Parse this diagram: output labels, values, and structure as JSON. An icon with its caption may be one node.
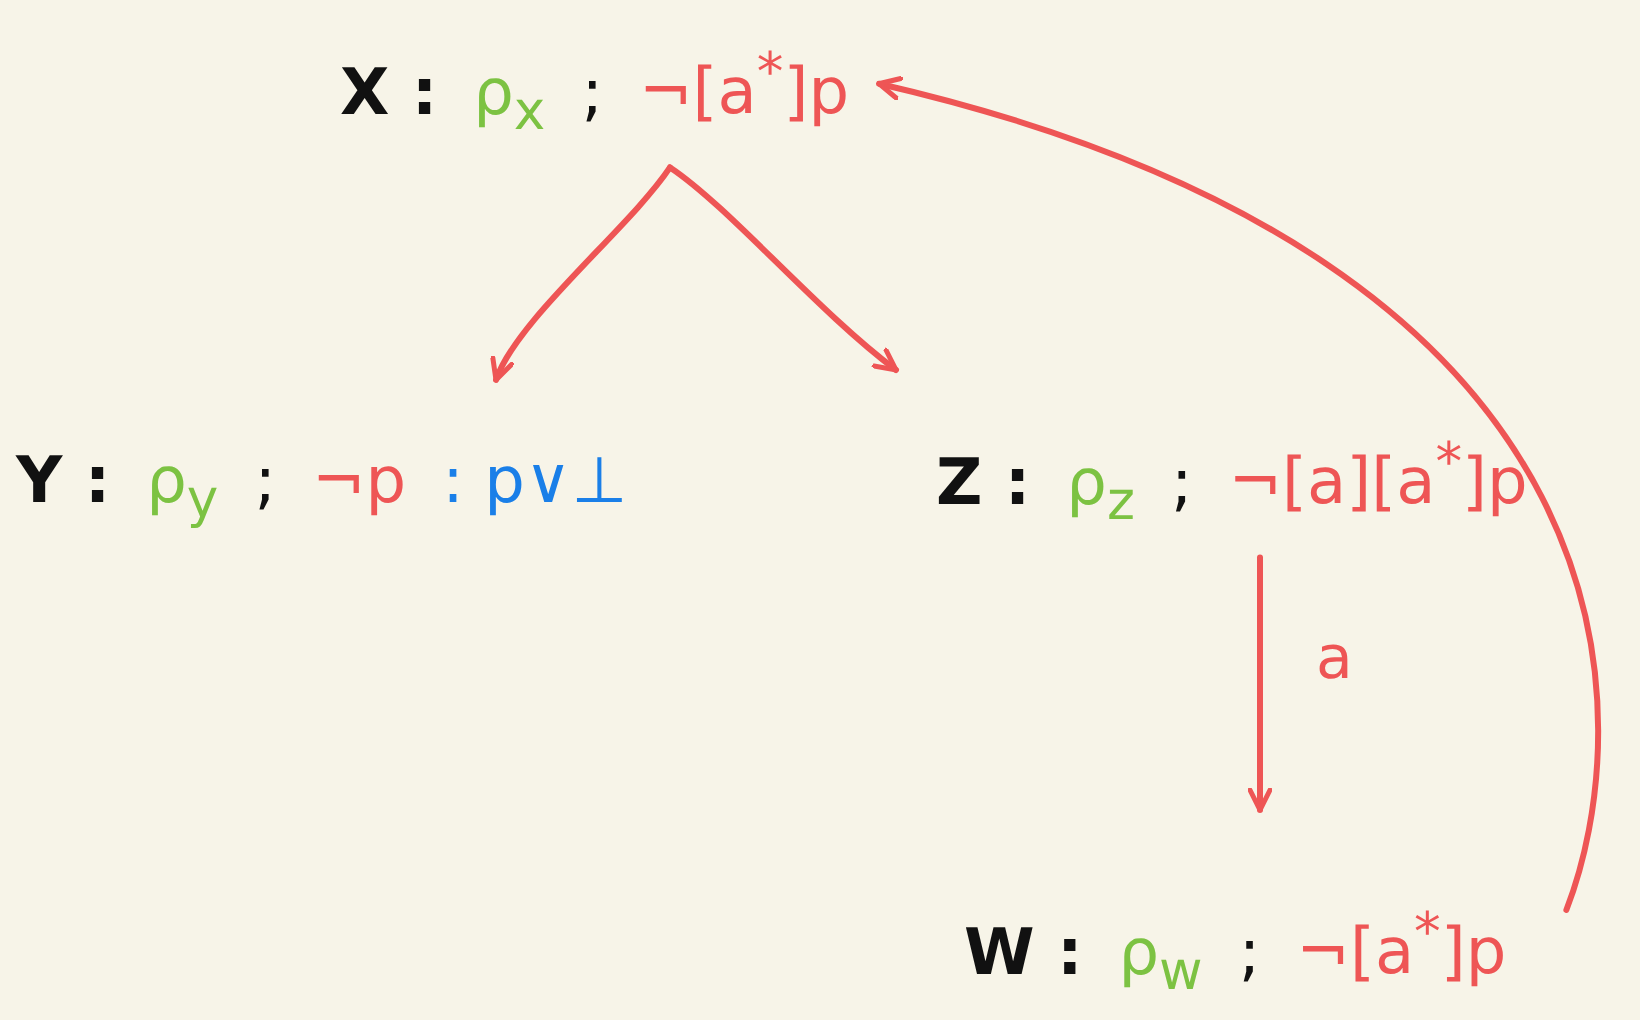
{
  "diagram": {
    "nodes": [
      {
        "text": [
          "X :",
          "ρ$_{x}$",
          ";",
          "¬[a$^{*}$]p"
        ]
      },
      {
        "text": [
          "Y :",
          "ρ$_{y}$",
          ";",
          "¬p",
          ": p∨⊥"
        ]
      },
      {
        "text": [
          "Z :",
          "ρ$_{z}$",
          ";",
          "¬[a][a$^{*}$]p"
        ]
      },
      {
        "text": [
          "W :",
          "ρ$_{w}$",
          ";",
          "¬[a$^{*}$]p"
        ]
      }
    ],
    "edges": [
      {
        "from": 0,
        "to": 1,
        "arrow": "to"
      },
      {
        "from": 0,
        "to": 2,
        "arrow": "to"
      },
      {
        "from": 2,
        "to": 3,
        "arrow": "to",
        "label": "a"
      },
      {
        "from": 3,
        "to": 0,
        "arrow": "to"
      }
    ]
  }
}
